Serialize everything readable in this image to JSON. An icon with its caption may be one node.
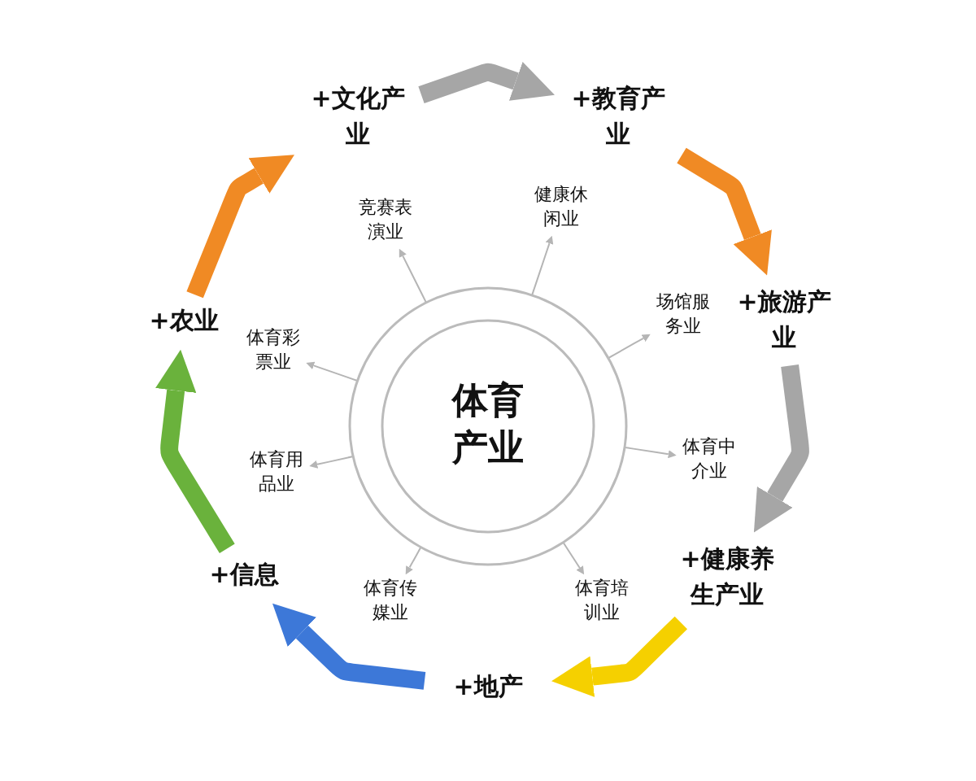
{
  "diagram": {
    "nodes": [
      {
        "text": [
          "体育产业"
        ]
      },
      {
        "text": [
          "竞赛表演业"
        ]
      },
      {
        "text": [
          "健康休闲业"
        ]
      },
      {
        "text": [
          "场馆服务业"
        ]
      },
      {
        "text": [
          "体育中介业"
        ]
      },
      {
        "text": [
          "体育培训业"
        ]
      },
      {
        "text": [
          "体育传媒业"
        ]
      },
      {
        "text": [
          "体育用品业"
        ]
      },
      {
        "text": [
          "体育彩票业"
        ]
      },
      {
        "text": [
          "+文化产业"
        ]
      },
      {
        "text": [
          "+教育产业"
        ]
      },
      {
        "text": [
          "+旅游产业"
        ]
      },
      {
        "text": [
          "+健康养生产业"
        ]
      },
      {
        "text": [
          "+地产"
        ]
      },
      {
        "text": [
          "+信息"
        ]
      },
      {
        "text": [
          "+农业"
        ]
      }
    ],
    "edges": [
      {
        "from": 0,
        "to": 1,
        "arrow": "to"
      },
      {
        "from": 0,
        "to": 2,
        "arrow": "to"
      },
      {
        "from": 0,
        "to": 3,
        "arrow": "to"
      },
      {
        "from": 0,
        "to": 4,
        "arrow": "to"
      },
      {
        "from": 0,
        "to": 5,
        "arrow": "to"
      },
      {
        "from": 0,
        "to": 6,
        "arrow": "to"
      },
      {
        "from": 0,
        "to": 7,
        "arrow": "to"
      },
      {
        "from": 0,
        "to": 8,
        "arrow": "to"
      },
      {
        "from": 9,
        "to": 10,
        "arrow": "to",
        "style": "thick",
        "color": "#a6a6a6"
      },
      {
        "from": 10,
        "to": 11,
        "arrow": "to",
        "style": "thick",
        "color": "#f08a24"
      },
      {
        "from": 11,
        "to": 12,
        "arrow": "to",
        "style": "thick",
        "color": "#a6a6a6"
      },
      {
        "from": 12,
        "to": 13,
        "arrow": "to",
        "style": "thick",
        "color": "#f5d000"
      },
      {
        "from": 13,
        "to": 14,
        "arrow": "to",
        "style": "thick",
        "color": "#3d78d8"
      },
      {
        "from": 14,
        "to": 15,
        "arrow": "to",
        "style": "thick",
        "color": "#6ab23c"
      },
      {
        "from": 15,
        "to": 9,
        "arrow": "to",
        "style": "thick",
        "color": "#f08a24"
      }
    ]
  }
}
